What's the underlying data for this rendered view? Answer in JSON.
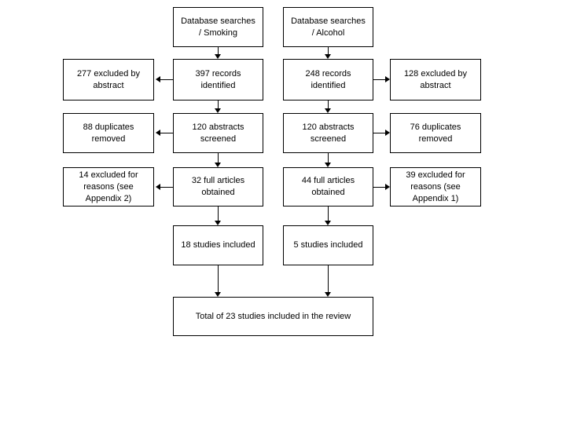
{
  "diagram": {
    "type": "flowchart",
    "title": "",
    "background_color": "#ffffff",
    "line_color": "#000000",
    "text_color": "#000000",
    "nodes": [
      {
        "id": "smoking-source",
        "label": "Database searches\n/ Smoking"
      },
      {
        "id": "alcohol-source",
        "label": "Database searches\n/ Alcohol"
      },
      {
        "id": "smoking-records",
        "label": "397 records\nidentified"
      },
      {
        "id": "alcohol-records",
        "label": "248 records\nidentified"
      },
      {
        "id": "smoking-excl-abstract",
        "label": "277 excluded by\nabstract"
      },
      {
        "id": "alcohol-excl-abstract",
        "label": "128 excluded by\nabstract"
      },
      {
        "id": "smoking-abstracts",
        "label": "120 abstracts\nscreened"
      },
      {
        "id": "alcohol-abstracts",
        "label": "120 abstracts\nscreened"
      },
      {
        "id": "smoking-duplicates",
        "label": "88 duplicates\nremoved"
      },
      {
        "id": "alcohol-duplicates",
        "label": "76 duplicates\nremoved"
      },
      {
        "id": "smoking-fulltext",
        "label": "32 full articles\nobtained"
      },
      {
        "id": "alcohol-fulltext",
        "label": "44 full articles\nobtained"
      },
      {
        "id": "smoking-excl-reasons",
        "label": "14 excluded for\nreasons (see\nAppendix 2)"
      },
      {
        "id": "alcohol-excl-reasons",
        "label": "39 excluded for\nreasons (see\nAppendix 1)"
      },
      {
        "id": "smoking-included",
        "label": "18 studies included"
      },
      {
        "id": "alcohol-included",
        "label": "5 studies included"
      },
      {
        "id": "total-included",
        "label": "Total of 23 studies included in the review"
      }
    ],
    "node_text": {
      "smoking_source_line1": "Database searches",
      "smoking_source_line2": "/ Smoking",
      "alcohol_source_line1": "Database searches",
      "alcohol_source_line2": "/ Alcohol",
      "smoking_records_line1": "397 records",
      "smoking_records_line2": "identified",
      "alcohol_records_line1": "248 records",
      "alcohol_records_line2": "identified",
      "smoking_excl_abstract_line1": "277 excluded by",
      "smoking_excl_abstract_line2": "abstract",
      "alcohol_excl_abstract_line1": "128 excluded by",
      "alcohol_excl_abstract_line2": "abstract",
      "smoking_abstracts_line1": "120 abstracts",
      "smoking_abstracts_line2": "screened",
      "alcohol_abstracts_line1": "120 abstracts",
      "alcohol_abstracts_line2": "screened",
      "smoking_duplicates_line1": "88 duplicates",
      "smoking_duplicates_line2": "removed",
      "alcohol_duplicates_line1": "76 duplicates",
      "alcohol_duplicates_line2": "removed",
      "smoking_fulltext_line1": "32 full articles",
      "smoking_fulltext_line2": "obtained",
      "alcohol_fulltext_line1": "44 full articles",
      "alcohol_fulltext_line2": "obtained",
      "smoking_excl_reasons_line1": "14 excluded for",
      "smoking_excl_reasons_line2": "reasons (see",
      "smoking_excl_reasons_line3": "Appendix 2)",
      "alcohol_excl_reasons_line1": "39 excluded for",
      "alcohol_excl_reasons_line2": "reasons (see",
      "alcohol_excl_reasons_line3": "Appendix 1)",
      "smoking_included": "18 studies included",
      "alcohol_included": "5 studies included",
      "total_included": "Total of 23 studies included in the review"
    }
  }
}
